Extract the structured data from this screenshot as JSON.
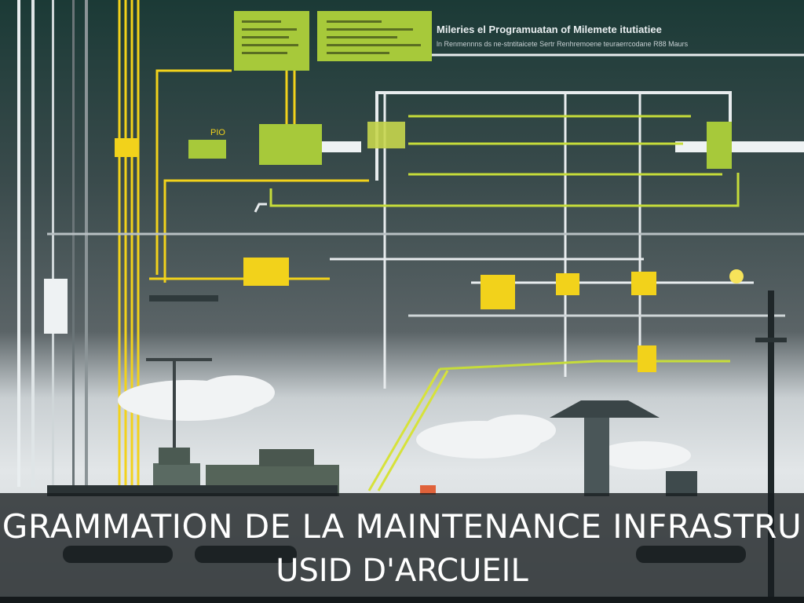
{
  "caption": {
    "line1": "GRAMMATION DE LA MAINTENANCE INFRASTRU",
    "line2": "USID D'ARCUEIL"
  },
  "illustration": {
    "header_title": "Mileries el Programuatan of Milemete itutiatiee",
    "header_subtitle": "ln Renmennns ds ne-stntitaicete Sertr Renhremoene teuraerrcodane R88 Maurs",
    "panel_label": "PIO",
    "colors": {
      "accent_yellow": "#f2d21b",
      "accent_lime": "#a7c93a",
      "pipe_white": "#e8ecee",
      "sky_dark": "#1b3a36",
      "caption_band": "#181e20"
    }
  }
}
